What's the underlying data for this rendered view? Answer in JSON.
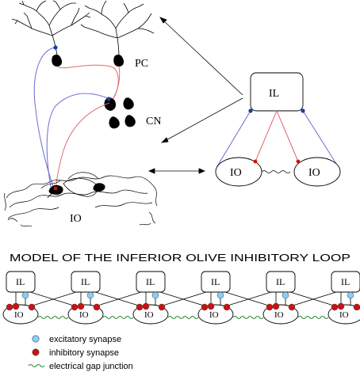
{
  "labels": {
    "pc": "PC",
    "cn": "CN",
    "io_neuron": "IO",
    "il_box": "IL",
    "io_left": "IO",
    "io_right": "IO"
  },
  "title": "MODEL OF THE INFERIOR OLIVE INHIBITORY LOOP",
  "chain": {
    "module_count": 6,
    "il_label": "IL",
    "io_label": "IO"
  },
  "legend": [
    {
      "marker": "excitatory",
      "text": "excitatory synapse"
    },
    {
      "marker": "inhibitory",
      "text": "inhibitory synapse"
    },
    {
      "marker": "gap",
      "text": "electrical gap junction"
    }
  ],
  "colors": {
    "line": "#000000",
    "excitatory": "#87cefa",
    "inhibitory": "#cc1111",
    "gap": "#2e8b3a",
    "blue_fiber": "#6a6ad6",
    "red_fiber": "#e06a6a",
    "junction_dot": "#1b3fa0"
  }
}
